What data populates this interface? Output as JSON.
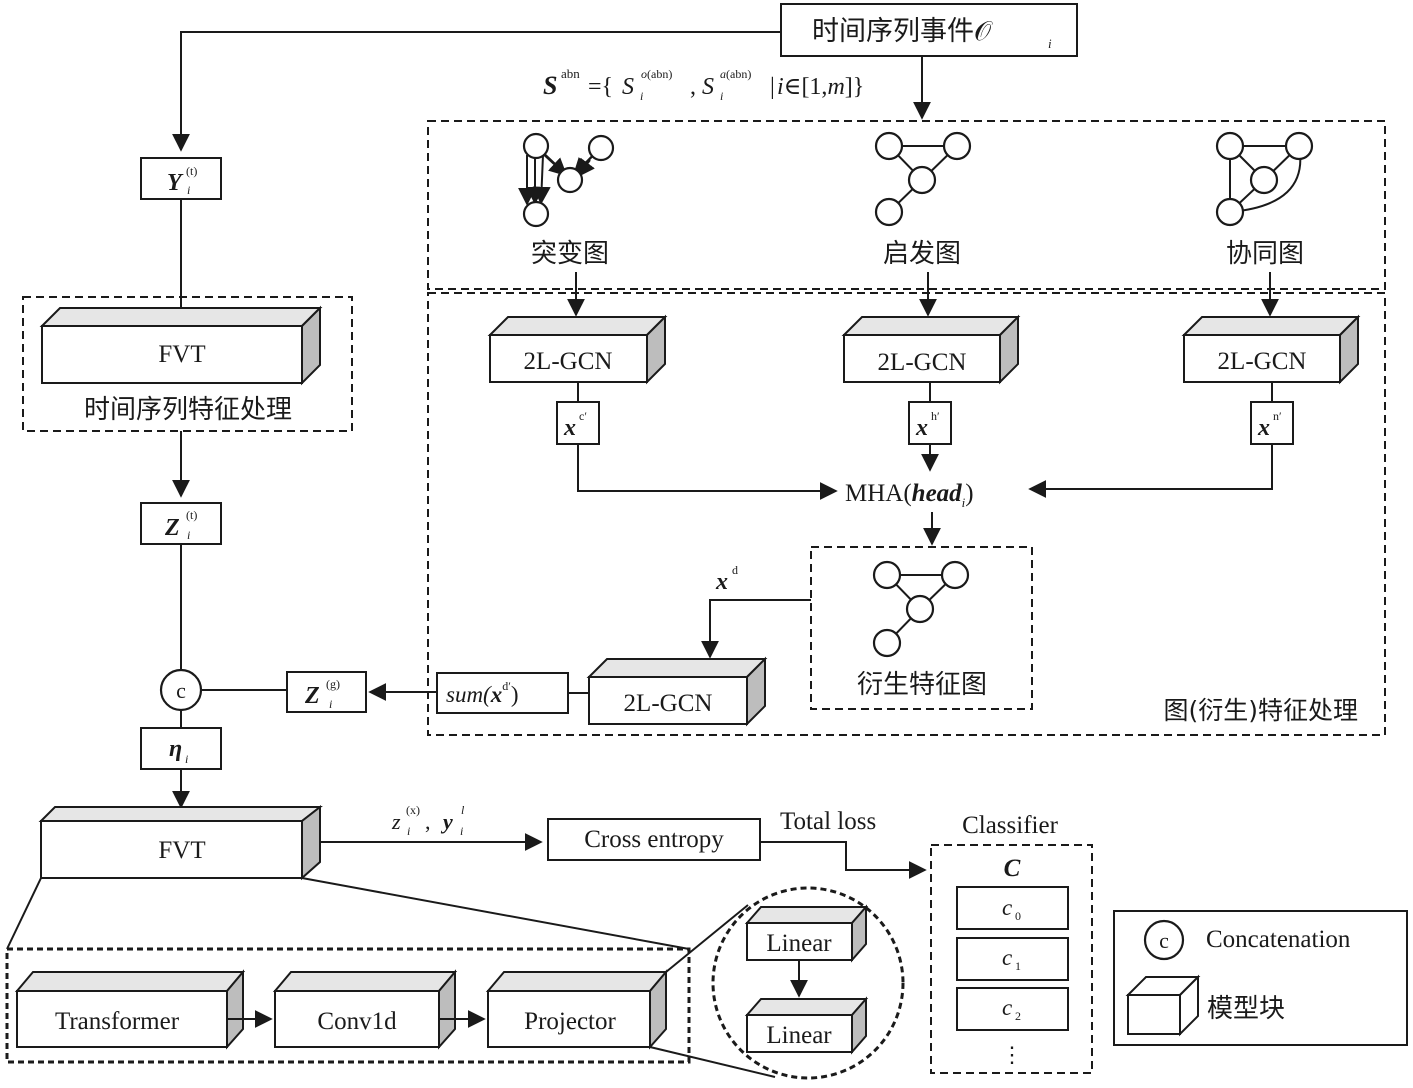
{
  "title_event": "时间序列事件𝒪",
  "title_event_sub": "i",
  "s_abn_formula": "S^abn={S_i^o(abn),S_i^a(abn)|i∈[1,m]}",
  "graphs": {
    "mutation_label": "突变图",
    "heuristic_label": "启发图",
    "collab_label": "协同图"
  },
  "gcn_label": "2L-GCN",
  "x_c": "x",
  "x_c_sup": "c′",
  "x_h": "x",
  "x_h_sup": "h′",
  "x_n": "x",
  "x_n_sup": "n′",
  "mha_prefix": "MHA(",
  "mha_head": "head",
  "mha_sub": "i",
  "mha_suffix": ")",
  "derived_graph_label": "衍生特征图",
  "xd": "x",
  "xd_sup": "d",
  "sum_prefix": "sum(",
  "sum_x": "x",
  "sum_sup": "d′",
  "sum_suffix": ")",
  "graph_processing_label": "图(衍生)特征处理",
  "y_label": "Y",
  "y_sup": "(t)",
  "y_sub": "i",
  "fvt_label": "FVT",
  "ts_processing_label": "时间序列特征处理",
  "zt_label": "Z",
  "zt_sup": "(t)",
  "zt_sub": "i",
  "zg_label": "Z",
  "zg_sup": "(g)",
  "zg_sub": "i",
  "concat_symbol": "c",
  "eta_label": "η",
  "eta_sub": "i",
  "output_z": "z",
  "output_z_sup": "(x)",
  "output_z_sub": "i",
  "output_y": "y",
  "output_y_sup": "l",
  "output_y_sub": "i",
  "cross_entropy": "Cross entropy",
  "total_loss": "Total loss",
  "classifier_title": "Classifier",
  "classifier_C": "C",
  "classifier_items": [
    {
      "base": "c",
      "sub": "0"
    },
    {
      "base": "c",
      "sub": "1"
    },
    {
      "base": "c",
      "sub": "2"
    }
  ],
  "classifier_ellipsis": "⋮",
  "pipeline": [
    "Transformer",
    "Conv1d",
    "Projector"
  ],
  "linear_label": "Linear",
  "legend": {
    "concat_symbol": "c",
    "concat_label": "Concatenation",
    "block_label": "模型块"
  }
}
